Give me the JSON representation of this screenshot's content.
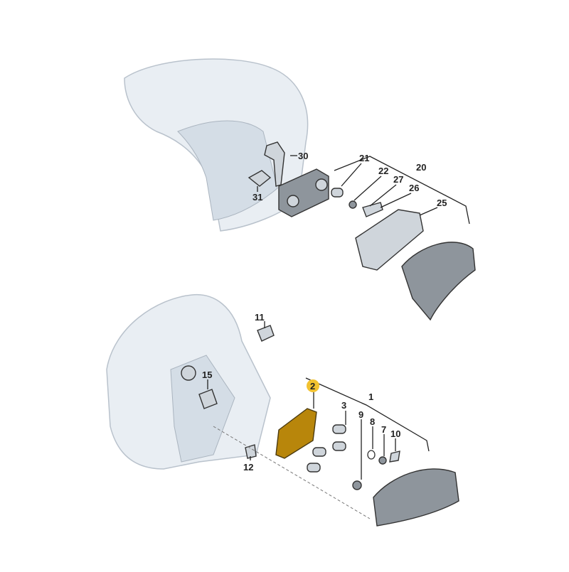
{
  "diagram": {
    "upper_assembly": {
      "labels": [
        "30",
        "31",
        "21",
        "22",
        "27",
        "20",
        "26",
        "25"
      ]
    },
    "lower_assembly": {
      "labels": [
        "11",
        "15",
        "2",
        "1",
        "3",
        "9",
        "8",
        "7",
        "10",
        "12"
      ],
      "highlighted_part": "2",
      "highlight_color": "#f2c230",
      "highlighted_part_color": "#b8860b"
    }
  }
}
